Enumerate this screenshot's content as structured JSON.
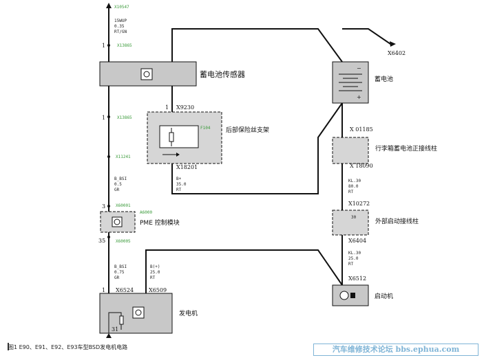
{
  "colors": {
    "line": "#111111",
    "box_fill": "#c8c8c8",
    "green": "#3a9a3a",
    "watermark": "#7fb4d6"
  },
  "components": {
    "battery_sensor": "蓄电池传感器",
    "rear_fuse_holder": "后部保险丝支架",
    "fuse_id": "F104",
    "pme": "PME 控制模块",
    "pme_code": "A6000",
    "generator": "发电机",
    "battery": "蓄电池",
    "trunk_pos_post": "行李箱蓄电池正接线柱",
    "ext_start_post": "外部启动接线柱",
    "ext_start_num": "30",
    "starter": "启动机",
    "battery_minus": "−",
    "battery_plus": "+"
  },
  "connectors": {
    "x10547": "X10547",
    "x13865_top": "X13865",
    "x13865_mid": "X13865",
    "x11241": "X11241",
    "x60001": "X60001",
    "x60005": "X60005",
    "x9230": "X9230",
    "x18201": "X18201",
    "x6524": "X6524",
    "x6509": "X6509",
    "x6402": "X6402",
    "x01185": "X 01185",
    "x18090": "X 18090",
    "x10272": "X10272",
    "x6404": "X6404",
    "x6512": "X6512"
  },
  "pins": {
    "p1_top": "1",
    "p1_mid": "1",
    "p1_x9230": "1",
    "p3": "3",
    "p35": "35",
    "p1_gen": "1",
    "p31": "31"
  },
  "wires": {
    "w1": [
      "15WUP",
      "0.35",
      "RT/GN"
    ],
    "w2": [
      "B_BSI",
      "0.5",
      "GR"
    ],
    "w3": [
      "B+",
      "35.0",
      "RT"
    ],
    "w4": [
      "B_BSI",
      "0.75",
      "GR"
    ],
    "w5": [
      "B(+)",
      "25.0",
      "RT"
    ],
    "w6": [
      "KL.30",
      "80.0",
      "RT"
    ],
    "w7": [
      "KL.30",
      "25.0",
      "RT"
    ]
  },
  "caption": {
    "fig": "图1  E90、E91、E92、E93车型BSD发电机电路"
  },
  "watermark": "汽车维修技术论坛 bbs.ephua.com"
}
